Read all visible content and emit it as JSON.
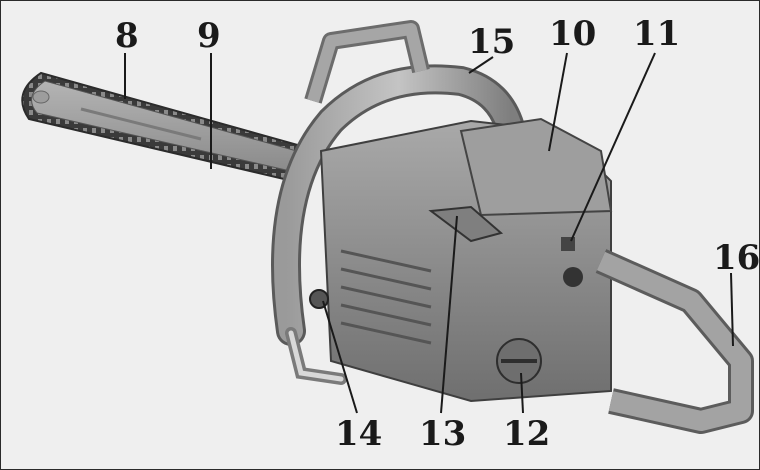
{
  "figure": {
    "subject": "chainsaw-parts-diagram",
    "background_color": "#efefef",
    "body_color": "#8c8c8c",
    "callouts": [
      {
        "id": "c8",
        "label": "8"
      },
      {
        "id": "c9",
        "label": "9"
      },
      {
        "id": "c15",
        "label": "15"
      },
      {
        "id": "c10",
        "label": "10"
      },
      {
        "id": "c11",
        "label": "11"
      },
      {
        "id": "c16",
        "label": "16"
      },
      {
        "id": "c14",
        "label": "14"
      },
      {
        "id": "c13",
        "label": "13"
      },
      {
        "id": "c12",
        "label": "12"
      }
    ]
  }
}
